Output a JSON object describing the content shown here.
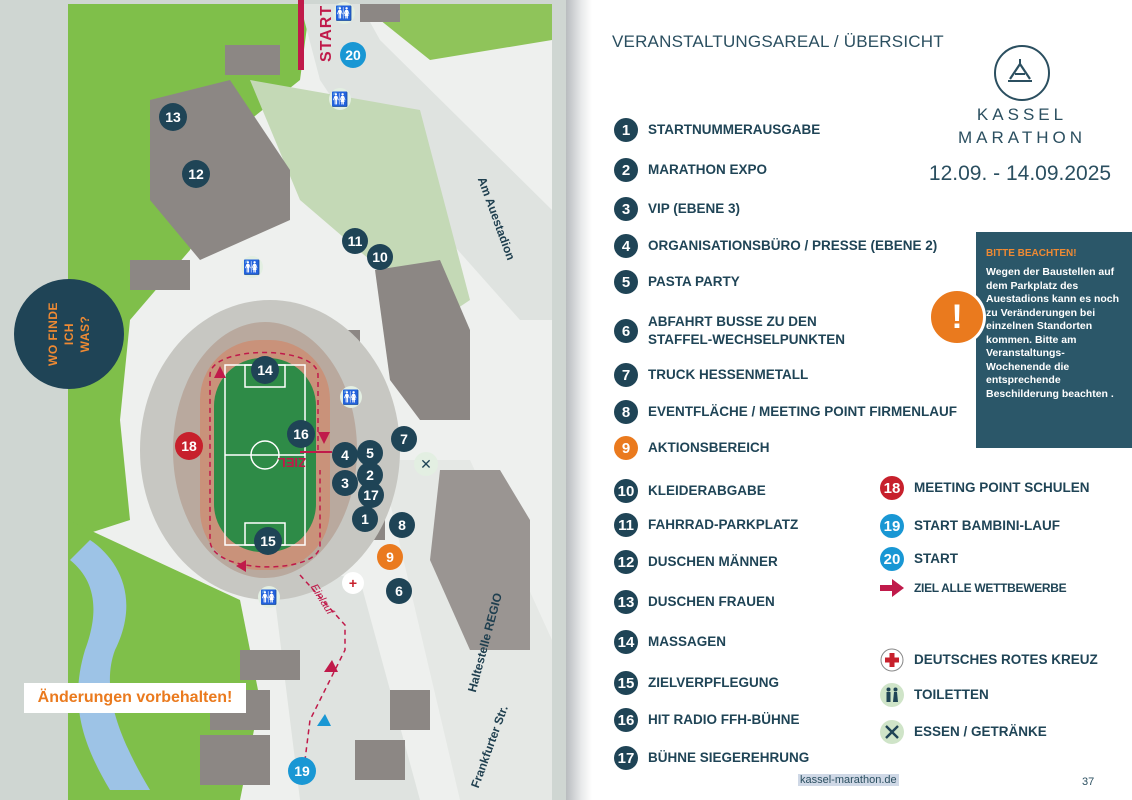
{
  "map": {
    "wo_finde": [
      "WO FINDE",
      "ICH",
      "WAS?"
    ],
    "start_label": "START",
    "ziel_label": "ZIEL",
    "einlauf_label": "Einlauf",
    "street_auestadion": "Am Auestadion",
    "street_frankfurter": "Frankfurter Str.",
    "haltestelle": "Haltestelle REGIO",
    "changes_note": "Änderungen vorbehalten!",
    "markers": {
      "m1": "1",
      "m2": "2",
      "m3": "3",
      "m4": "4",
      "m5": "5",
      "m6": "6",
      "m7": "7",
      "m8": "8",
      "m9": "9",
      "m10": "10",
      "m11": "11",
      "m12": "12",
      "m13": "13",
      "m14": "14",
      "m15": "15",
      "m16": "16",
      "m17": "17",
      "m18": "18",
      "m19": "19",
      "m20": "20"
    }
  },
  "page": {
    "section_title": "VERANSTALTUNGSAREAL / ÜBERSICHT",
    "brand_line1": "KASSEL",
    "brand_line2": "MARATHON",
    "dates": "12.09. - 14.09.2025",
    "footer_url": "kassel-marathon.de",
    "page_number": "37"
  },
  "legend": [
    {
      "num": "1",
      "label": "STARTNUMMERAUSGABE",
      "color": "#1f4456"
    },
    {
      "num": "2",
      "label": "MARATHON EXPO",
      "color": "#1f4456"
    },
    {
      "num": "3",
      "label": "VIP (EBENE 3)",
      "color": "#1f4456"
    },
    {
      "num": "4",
      "label": "ORGANISATIONSBÜRO / PRESSE (EBENE 2)",
      "color": "#1f4456"
    },
    {
      "num": "5",
      "label": "PASTA PARTY",
      "color": "#1f4456"
    },
    {
      "num": "6",
      "label": "ABFAHRT BUSSE ZU DEN",
      "label2": "STAFFEL-WECHSELPUNKTEN",
      "color": "#1f4456"
    },
    {
      "num": "7",
      "label": "TRUCK HESSENMETALL",
      "color": "#1f4456"
    },
    {
      "num": "8",
      "label": "EVENTFLÄCHE / MEETING POINT FIRMENLAUF",
      "color": "#1f4456"
    },
    {
      "num": "9",
      "label": "AKTIONSBEREICH",
      "color": "#ea7a1e"
    },
    {
      "num": "10",
      "label": "KLEIDERABGABE",
      "color": "#1f4456"
    },
    {
      "num": "11",
      "label": "FAHRRAD-PARKPLATZ",
      "color": "#1f4456"
    },
    {
      "num": "12",
      "label": "DUSCHEN MÄNNER",
      "color": "#1f4456"
    },
    {
      "num": "13",
      "label": "DUSCHEN FRAUEN",
      "color": "#1f4456"
    },
    {
      "num": "14",
      "label": "MASSAGEN",
      "color": "#1f4456"
    },
    {
      "num": "15",
      "label": "ZIELVERPFLEGUNG",
      "color": "#1f4456"
    },
    {
      "num": "16",
      "label": "HIT RADIO FFH-BÜHNE",
      "color": "#1f4456"
    },
    {
      "num": "17",
      "label": "BÜHNE SIEGEREHRUNG",
      "color": "#1f4456"
    },
    {
      "num": "18",
      "label": "MEETING POINT SCHULEN",
      "color": "#c7202c"
    },
    {
      "num": "19",
      "label": "START BAMBINI-LAUF",
      "color": "#1997d4"
    },
    {
      "num": "20",
      "label": "START",
      "color": "#1997d4"
    }
  ],
  "legend_icons": {
    "ziel": "ZIEL ALLE WETTBEWERBE",
    "drk": "DEUTSCHES ROTES KREUZ",
    "toiletten": "TOILETTEN",
    "essen": "ESSEN / GETRÄNKE"
  },
  "notice": {
    "heading": "BITTE BEACHTEN!",
    "text": "Wegen der Baustellen auf dem Parkplatz des Auestadions kann es noch zu Veränderungen bei einzelnen Standorten kommen. Bitte am Veranstaltungs-Wochenende die entsprechende Beschilderung beachten .",
    "icon": "!"
  },
  "colors": {
    "navy": "#1f4456",
    "orange": "#ea7a1e",
    "red": "#c7202c",
    "cyan": "#1997d4",
    "magenta": "#c01a4a",
    "grass": "#7fbf4a",
    "field": "#2e8b47"
  }
}
